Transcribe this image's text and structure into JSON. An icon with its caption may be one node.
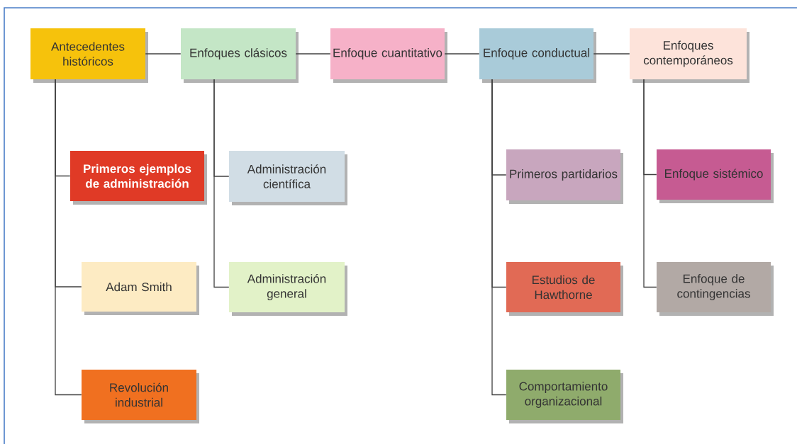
{
  "diagram": {
    "nodes": [
      {
        "text": [
          "Antecedentes históricos"
        ]
      },
      {
        "text": [
          "Enfoques clásicos"
        ]
      },
      {
        "text": [
          "Enfoque cuantitativo"
        ]
      },
      {
        "text": [
          "Enfoque conductual"
        ]
      },
      {
        "text": [
          "Enfoques contemporáneos"
        ]
      },
      {
        "text": [
          "Primeros ejemplos de administración"
        ]
      },
      {
        "text": [
          "Adam Smith"
        ]
      },
      {
        "text": [
          "Revolución industrial"
        ]
      },
      {
        "text": [
          "Administración científica"
        ]
      },
      {
        "text": [
          "Administración general"
        ]
      },
      {
        "text": [
          "Primeros partidarios"
        ]
      },
      {
        "text": [
          "Estudios de Hawthorne"
        ]
      },
      {
        "text": [
          "Comportamiento organizacional"
        ]
      },
      {
        "text": [
          "Enfoque sistémico"
        ]
      },
      {
        "text": [
          "Enfoque de contingencias"
        ]
      }
    ],
    "edges": [
      {
        "from": 0,
        "to": 1,
        "arrow": "none"
      },
      {
        "from": 1,
        "to": 2,
        "arrow": "none"
      },
      {
        "from": 2,
        "to": 3,
        "arrow": "none"
      },
      {
        "from": 3,
        "to": 4,
        "arrow": "none"
      },
      {
        "from": 0,
        "to": 5,
        "arrow": "none"
      },
      {
        "from": 0,
        "to": 6,
        "arrow": "none"
      },
      {
        "from": 0,
        "to": 7,
        "arrow": "none"
      },
      {
        "from": 1,
        "to": 8,
        "arrow": "none"
      },
      {
        "from": 1,
        "to": 9,
        "arrow": "none"
      },
      {
        "from": 3,
        "to": 10,
        "arrow": "none"
      },
      {
        "from": 3,
        "to": 11,
        "arrow": "none"
      },
      {
        "from": 3,
        "to": 12,
        "arrow": "none"
      },
      {
        "from": 4,
        "to": 13,
        "arrow": "none"
      },
      {
        "from": 4,
        "to": 14,
        "arrow": "none"
      }
    ]
  }
}
